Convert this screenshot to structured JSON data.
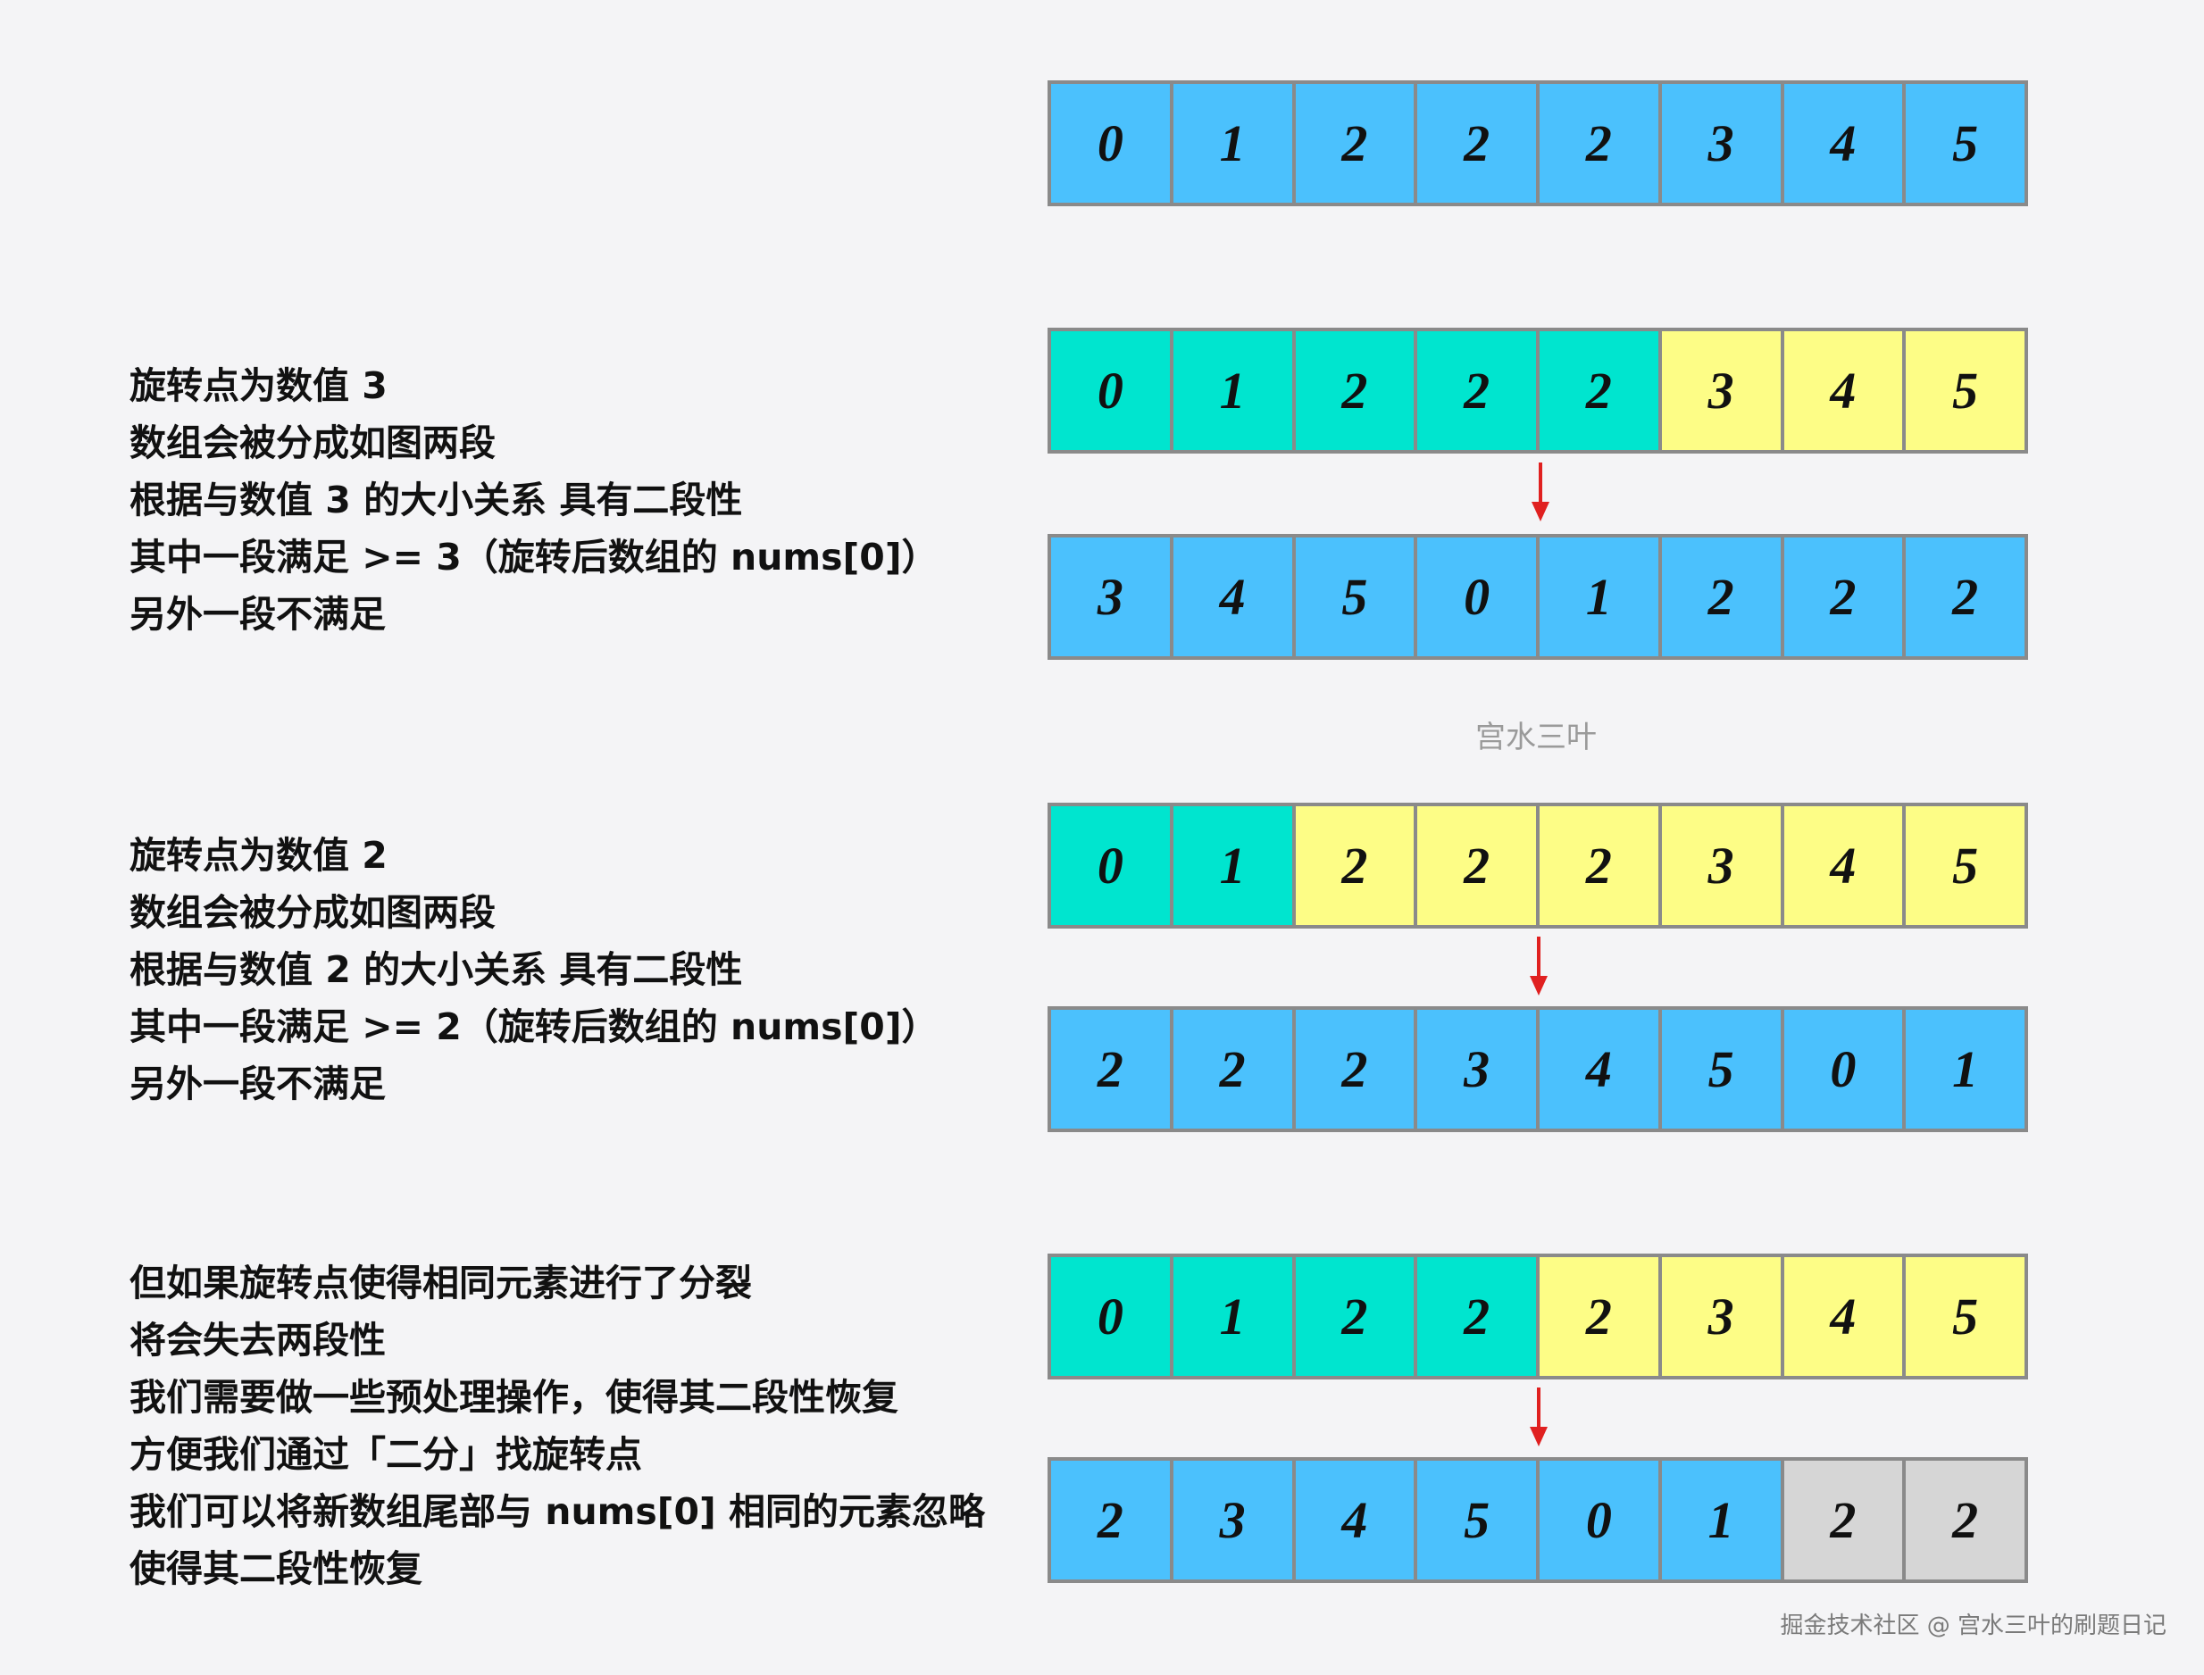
{
  "colors": {
    "blue": "#4bc1fd",
    "cyan": "#00e5cf",
    "yellow": "#fdfd86",
    "gray": "#d6d6d6",
    "border": "#8a8a8a",
    "arrow": "#e02020",
    "background": "#f4f4f6"
  },
  "arrays": {
    "top": {
      "values": [
        "0",
        "1",
        "2",
        "2",
        "2",
        "3",
        "4",
        "5"
      ],
      "fills": [
        "blue",
        "blue",
        "blue",
        "blue",
        "blue",
        "blue",
        "blue",
        "blue"
      ]
    },
    "case1_before": {
      "values": [
        "0",
        "1",
        "2",
        "2",
        "2",
        "3",
        "4",
        "5"
      ],
      "fills": [
        "cyan",
        "cyan",
        "cyan",
        "cyan",
        "cyan",
        "yellow",
        "yellow",
        "yellow"
      ]
    },
    "case1_after": {
      "values": [
        "3",
        "4",
        "5",
        "0",
        "1",
        "2",
        "2",
        "2"
      ],
      "fills": [
        "blue",
        "blue",
        "blue",
        "blue",
        "blue",
        "blue",
        "blue",
        "blue"
      ]
    },
    "case2_before": {
      "values": [
        "0",
        "1",
        "2",
        "2",
        "2",
        "3",
        "4",
        "5"
      ],
      "fills": [
        "cyan",
        "cyan",
        "yellow",
        "yellow",
        "yellow",
        "yellow",
        "yellow",
        "yellow"
      ]
    },
    "case2_after": {
      "values": [
        "2",
        "2",
        "2",
        "3",
        "4",
        "5",
        "0",
        "1"
      ],
      "fills": [
        "blue",
        "blue",
        "blue",
        "blue",
        "blue",
        "blue",
        "blue",
        "blue"
      ]
    },
    "case3_before": {
      "values": [
        "0",
        "1",
        "2",
        "2",
        "2",
        "3",
        "4",
        "5"
      ],
      "fills": [
        "cyan",
        "cyan",
        "cyan",
        "cyan",
        "yellow",
        "yellow",
        "yellow",
        "yellow"
      ]
    },
    "case3_after": {
      "values": [
        "2",
        "3",
        "4",
        "5",
        "0",
        "1",
        "2",
        "2"
      ],
      "fills": [
        "blue",
        "blue",
        "blue",
        "blue",
        "blue",
        "blue",
        "gray",
        "gray"
      ]
    }
  },
  "notes": {
    "case1": [
      "旋转点为数值 3",
      "数组会被分成如图两段",
      "根据与数值 3 的大小关系 具有二段性",
      "其中一段满足 >= 3（旋转后数组的 nums[0]）",
      "另外一段不满足"
    ],
    "case2": [
      "旋转点为数值 2",
      "数组会被分成如图两段",
      "根据与数值 2 的大小关系 具有二段性",
      "其中一段满足 >= 2（旋转后数组的 nums[0]）",
      "另外一段不满足"
    ],
    "case3": [
      "但如果旋转点使得相同元素进行了分裂",
      "将会失去两段性",
      "我们需要做一些预处理操作，使得其二段性恢复",
      "方便我们通过「二分」找旋转点",
      "我们可以将新数组尾部与 nums[0] 相同的元素忽略",
      "使得其二段性恢复"
    ]
  },
  "watermark_center": "宫水三叶",
  "watermark_footer": "掘金技术社区 @ 宫水三叶的刷题日记"
}
